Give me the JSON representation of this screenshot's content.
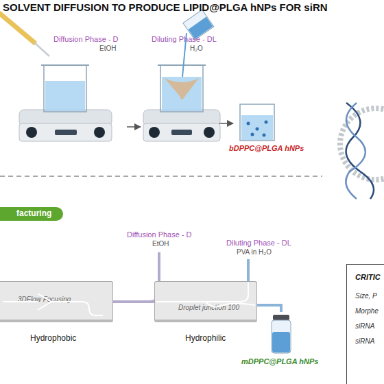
{
  "diagram": {
    "title": "SOLVENT DIFFUSION TO PRODUCE LIPID@PLGA hNPs FOR siRN",
    "nodes": [
      {
        "text": [
          "Diffusion Phase - D",
          "EtOH"
        ]
      },
      {
        "text": [
          "Diluting Phase - DL",
          "H₂O"
        ]
      },
      {
        "text": [
          "bDPPC@PLGA hNPs"
        ]
      },
      {
        "text": [
          "facturing"
        ]
      },
      {
        "text": [
          "3DFlow Focusing",
          "Hydrophobic"
        ]
      },
      {
        "text": [
          "Droplet junction 100",
          "Hydrophilic"
        ]
      },
      {
        "text": [
          "mDPPC@PLGA hNPs"
        ]
      },
      {
        "text": [
          "CRITIC",
          "Size, P",
          "Morphe",
          "siRNA",
          "siRNA"
        ]
      }
    ],
    "edges": [
      {
        "from": 0,
        "to": 1,
        "arrow": "to"
      },
      {
        "from": 1,
        "to": 2,
        "arrow": "to"
      },
      {
        "from": 4,
        "to": 5,
        "arrow": "none"
      },
      {
        "from": 5,
        "to": 6,
        "arrow": "none"
      }
    ],
    "labels": [
      "Diffusion Phase - D",
      "EtOH",
      "Diluting Phase - DL",
      "PVA in H₂O"
    ]
  }
}
